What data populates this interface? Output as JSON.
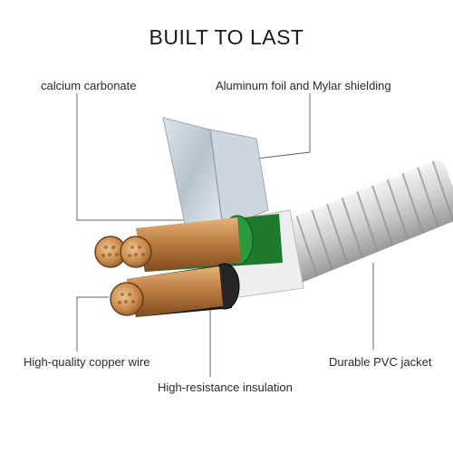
{
  "title": "BUILT TO LAST",
  "labels": {
    "calcium": "calcium carbonate",
    "foil": "Aluminum foil and Mylar shielding",
    "copper": "High-quality copper wire",
    "pvc": "Durable PVC jacket",
    "insulation": "High-resistance insulation"
  },
  "colors": {
    "copper": "#c98a4b",
    "green_insulation": "#1f7a2e",
    "black_insulation": "#151515",
    "jacket": "#d9d9d9",
    "foil": "#bcc7d2",
    "leader_line": "#666666"
  }
}
